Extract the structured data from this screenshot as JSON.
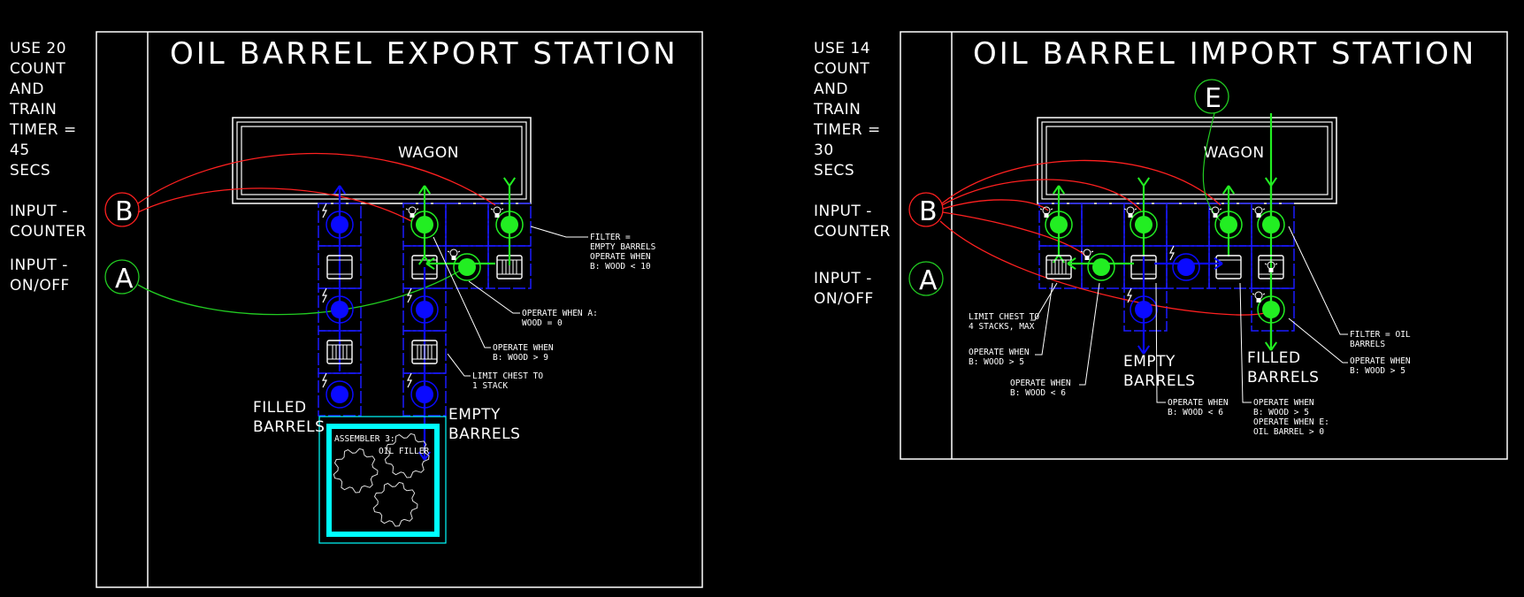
{
  "colors": {
    "background": "#000000",
    "frame": "#ffffff",
    "grid": "#1a1aff",
    "inserter_active": "#22ee22",
    "inserter_idle": "#0a0aff",
    "signal_red": "#ff2020",
    "signal_green": "#22cc22",
    "assembler": "#00ffff"
  },
  "export_station": {
    "title": "OIL BARREL EXPORT STATION",
    "side_note": [
      "USE 20",
      "COUNT",
      "AND",
      "TRAIN",
      "TIMER =",
      "45",
      "SECS"
    ],
    "inputs": [
      {
        "id": "B",
        "label": [
          "INPUT -",
          "COUNTER"
        ],
        "color": "red"
      },
      {
        "id": "A",
        "label": [
          "INPUT -",
          "ON/OFF"
        ],
        "color": "green"
      }
    ],
    "wagon_label": "WAGON",
    "filled_label": [
      "FILLED",
      "BARRELS"
    ],
    "empty_label": [
      "EMPTY",
      "BARRELS"
    ],
    "assembler_label": "ASSEMBLER 3:",
    "assembler_recipe": "OIL FILLER",
    "annotations": [
      {
        "lines": [
          {
            "text": "FILTER =",
            "color": "white"
          },
          {
            "text": "EMPTY BARRELS",
            "color": "white"
          },
          {
            "text": "OPERATE WHEN",
            "color": "red"
          },
          {
            "text": "B: WOOD < 10",
            "color": "red"
          }
        ]
      },
      {
        "lines": [
          {
            "text": "OPERATE WHEN A:",
            "color": "green"
          },
          {
            "text": "WOOD = 0",
            "color": "green"
          }
        ]
      },
      {
        "lines": [
          {
            "text": "OPERATE WHEN",
            "color": "red"
          },
          {
            "text": "B: WOOD > 9",
            "color": "red"
          }
        ]
      },
      {
        "lines": [
          {
            "text": "LIMIT CHEST TO",
            "color": "white"
          },
          {
            "text": "1 STACK",
            "color": "white"
          }
        ]
      }
    ]
  },
  "import_station": {
    "title": "OIL BARREL IMPORT STATION",
    "side_note": [
      "USE 14",
      "COUNT",
      "AND",
      "TRAIN",
      "TIMER =",
      "30",
      "SECS"
    ],
    "inputs": [
      {
        "id": "B",
        "label": [
          "INPUT -",
          "COUNTER"
        ],
        "color": "red"
      },
      {
        "id": "A",
        "label": [
          "INPUT -",
          "ON/OFF"
        ],
        "color": "green"
      },
      {
        "id": "E",
        "label": [],
        "color": "green"
      }
    ],
    "wagon_label": "WAGON",
    "empty_label": [
      "EMPTY",
      "BARRELS"
    ],
    "filled_label": [
      "FILLED",
      "BARRELS"
    ],
    "annotations": [
      {
        "lines": [
          {
            "text": "LIMIT CHEST TO",
            "color": "white"
          },
          {
            "text": "4 STACKS, MAX",
            "color": "white"
          }
        ]
      },
      {
        "lines": [
          {
            "text": "OPERATE WHEN",
            "color": "red"
          },
          {
            "text": "B: WOOD > 5",
            "color": "red"
          }
        ]
      },
      {
        "lines": [
          {
            "text": "OPERATE WHEN",
            "color": "red"
          },
          {
            "text": "B: WOOD < 6",
            "color": "red"
          }
        ]
      },
      {
        "lines": [
          {
            "text": "OPERATE WHEN",
            "color": "red"
          },
          {
            "text": "B: WOOD < 6",
            "color": "red"
          }
        ]
      },
      {
        "lines": [
          {
            "text": "OPERATE WHEN",
            "color": "red"
          },
          {
            "text": "B: WOOD > 5",
            "color": "red"
          },
          {
            "text": "OPERATE WHEN E:",
            "color": "green"
          },
          {
            "text": "OIL BARREL > 0",
            "color": "green"
          }
        ]
      },
      {
        "lines": [
          {
            "text": "FILTER = OIL",
            "color": "white"
          },
          {
            "text": "BARRELS",
            "color": "white"
          }
        ]
      },
      {
        "lines": [
          {
            "text": "OPERATE WHEN",
            "color": "red"
          },
          {
            "text": "B: WOOD > 5",
            "color": "red"
          }
        ]
      }
    ]
  }
}
